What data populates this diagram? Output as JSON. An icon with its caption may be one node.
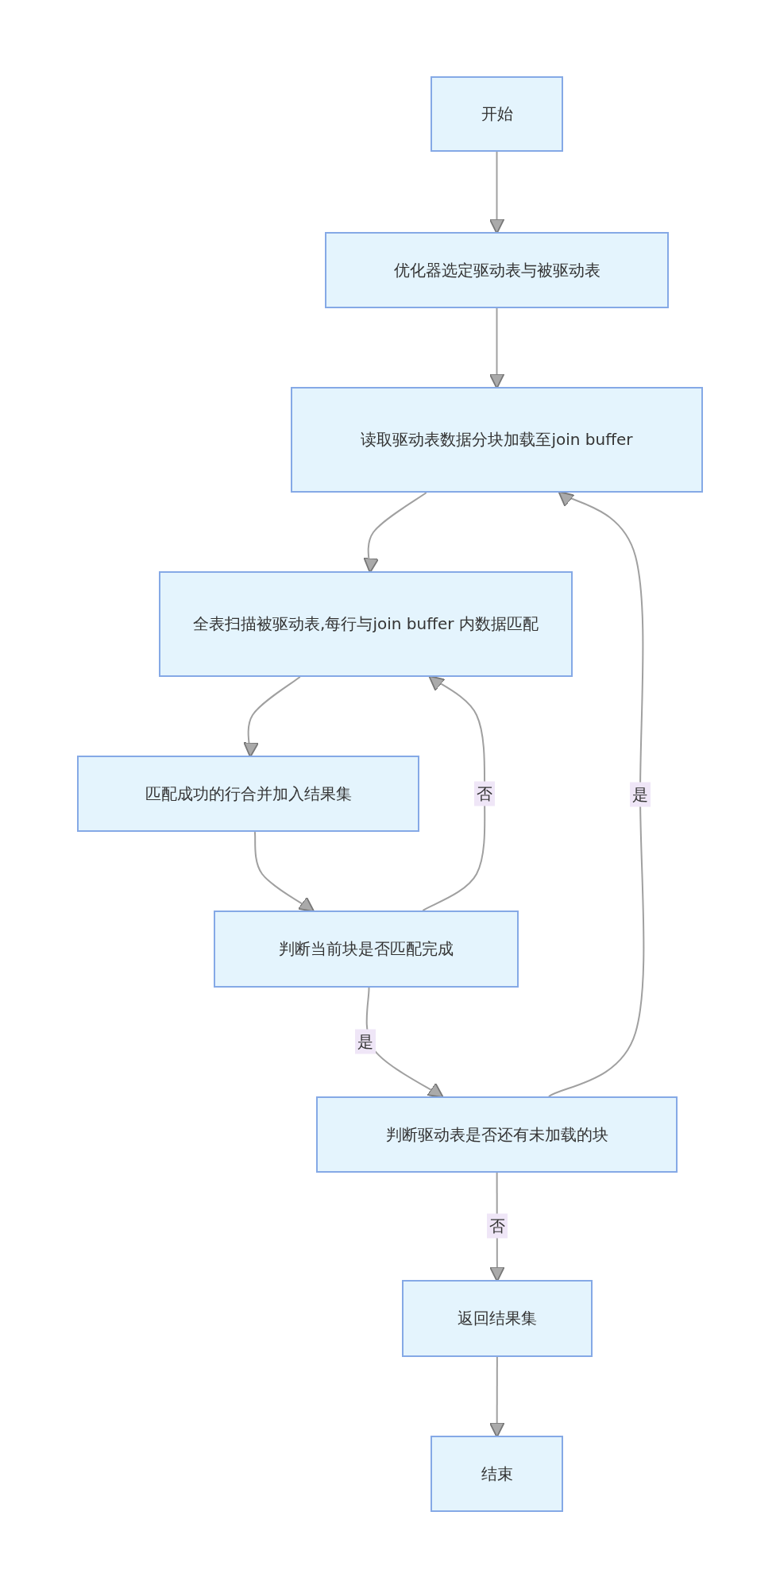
{
  "diagram": {
    "nodes": [
      {
        "text": [
          "开始"
        ]
      },
      {
        "text": [
          "优化器选定驱动表与被驱动表"
        ]
      },
      {
        "text": [
          "读取驱动表数据分块加载至join buffer"
        ]
      },
      {
        "text": [
          "全表扫描被驱动表,每行与join buffer 内数据匹配"
        ]
      },
      {
        "text": [
          "匹配成功的行合并加入结果集"
        ]
      },
      {
        "text": [
          "判断当前块是否匹配完成"
        ]
      },
      {
        "text": [
          "判断驱动表是否还有未加载的块"
        ]
      },
      {
        "text": [
          "返回结果集"
        ]
      },
      {
        "text": [
          "结束"
        ]
      }
    ],
    "edges": [
      {
        "from": 0,
        "to": 1,
        "arrow": "to"
      },
      {
        "from": 1,
        "to": 2,
        "arrow": "to"
      },
      {
        "from": 2,
        "to": 3,
        "arrow": "to"
      },
      {
        "from": 3,
        "to": 4,
        "arrow": "to"
      },
      {
        "from": 4,
        "to": 5,
        "arrow": "to"
      },
      {
        "from": 5,
        "to": 3,
        "arrow": "to",
        "label": "否"
      },
      {
        "from": 5,
        "to": 6,
        "arrow": "to",
        "label": "是"
      },
      {
        "from": 6,
        "to": 2,
        "arrow": "to",
        "label": "是"
      },
      {
        "from": 6,
        "to": 7,
        "arrow": "to",
        "label": "否"
      },
      {
        "from": 7,
        "to": 8,
        "arrow": "to"
      }
    ]
  }
}
